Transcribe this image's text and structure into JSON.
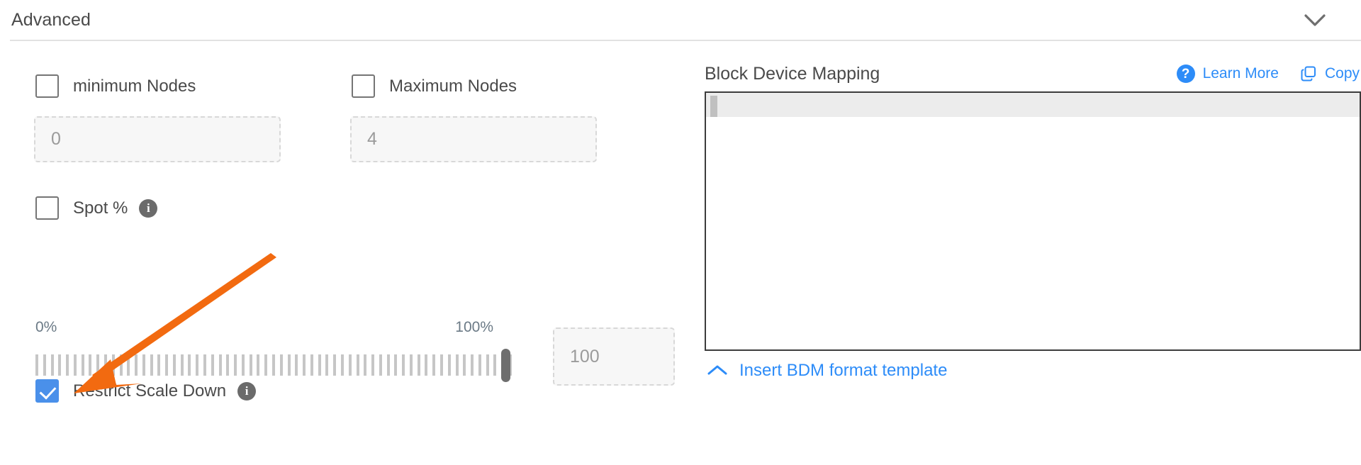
{
  "section": {
    "title": "Advanced",
    "collapse_icon": "chevron-down-icon"
  },
  "left": {
    "min_nodes": {
      "label": "minimum Nodes",
      "checked": false,
      "input_value": "0"
    },
    "max_nodes": {
      "label": "Maximum Nodes",
      "checked": false,
      "input_value": "4"
    },
    "spot": {
      "label": "Spot %",
      "checked": false,
      "info_icon": "info-icon",
      "info_glyph": "i"
    },
    "slider": {
      "min_label": "0%",
      "max_label": "100%",
      "value": 100,
      "min": 0,
      "max": 100,
      "tick_count": 63,
      "input_value": "100"
    },
    "restrict_scale_down": {
      "label": "Restrict Scale Down",
      "checked": true,
      "info_icon": "info-icon",
      "info_glyph": "i"
    }
  },
  "right": {
    "title": "Block Device Mapping",
    "learn_more": {
      "label": "Learn More",
      "icon": "question-circle-icon",
      "glyph": "?"
    },
    "copy": {
      "label": "Copy",
      "icon": "copy-icon"
    },
    "editor": {
      "content": "",
      "active_line": 1
    },
    "insert_template": {
      "label": "Insert BDM format template",
      "icon": "chevron-up-icon"
    }
  },
  "colors": {
    "accent_blue": "#2d8cf8",
    "checkbox_blue": "#4a90ea",
    "annotation_orange": "#f26a10",
    "text_dark": "#4a4a4a",
    "muted": "#9b9b9b"
  },
  "annotation": {
    "arrow": "orange-arrow-pointing-to-restrict-scale-down"
  }
}
